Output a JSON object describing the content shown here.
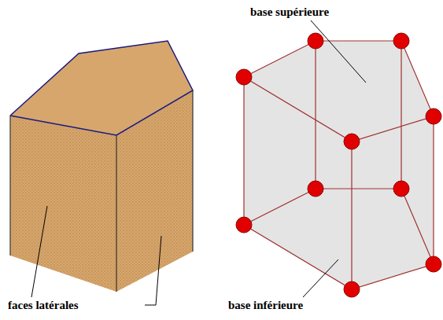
{
  "diagram": {
    "labels": [
      "base supérieure",
      "faces latérales",
      "base inférieure"
    ]
  }
}
